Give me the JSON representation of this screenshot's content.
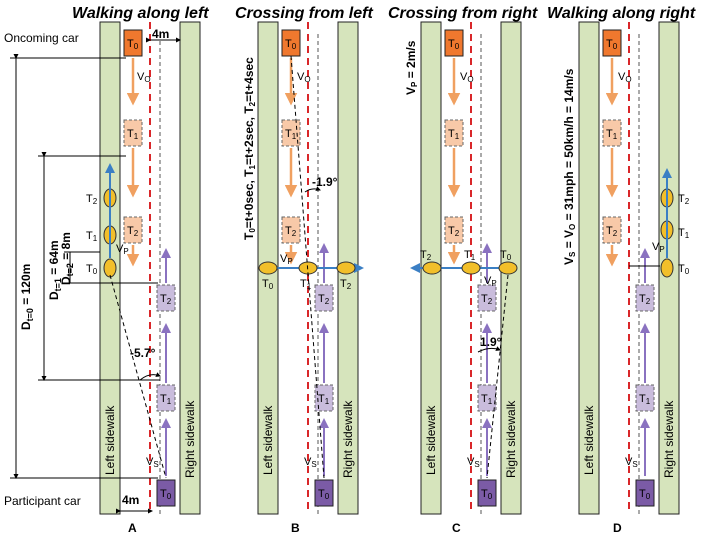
{
  "colors": {
    "sidewalk": "#d6e4bc",
    "sidewalk_border": "#222222",
    "oncoming_car": "#f0782e",
    "oncoming_ghost": "#f8c9a8",
    "participant_car": "#7b5ba6",
    "participant_ghost": "#c9bcdc",
    "pedestrian": "#f2bf2a",
    "walk_arrow": "#3b7fc4",
    "lane_line": "#d9272a",
    "oncoming_arrow": "#f0a060",
    "participant_arrow": "#8a72c0"
  },
  "panels": [
    {
      "title": "Walking along left",
      "letter": "A"
    },
    {
      "title": "Crossing from left",
      "letter": "B"
    },
    {
      "title": "Crossing from right",
      "letter": "C"
    },
    {
      "title": "Walking along right",
      "letter": "D"
    }
  ],
  "labels": {
    "oncoming_car": "Oncoming car",
    "participant_car": "Participant car",
    "left_sidewalk": "Left sidewalk",
    "right_sidewalk": "Right sidewalk",
    "lane_width_top": "4m",
    "lane_width_bottom": "4m",
    "d_t0": "D",
    "d_t0_sub": "t=0",
    "d_t0_val": " = 120m",
    "d_t1": "D",
    "d_t1_sub": "t=1",
    "d_t1_val": " = 64m",
    "d_t2": "D",
    "d_t2_sub": "t=2",
    "d_t2_val": " = 8m",
    "angle_a": "5.7°",
    "angle_b": "1.9°",
    "angle_c": "1.9°",
    "vo": "V",
    "vo_sub": "O",
    "vs": "V",
    "vs_sub": "S",
    "vp": "V",
    "vp_sub": "P",
    "t0": "T",
    "t0_sub": "0",
    "t1": "T",
    "t1_sub": "1",
    "t2": "T",
    "t2_sub": "2",
    "timing": "T₀=t+0sec, T₁=t+2sec, T₂=t+4sec",
    "ped_speed": "V_P = 2m/s",
    "ped_speed_main": "V",
    "ped_speed_sub": "P",
    "ped_speed_val": " = 2m/s",
    "speed_main": "V",
    "speed_sub": "S",
    "speed_eq": " = V",
    "speed_sub2": "O",
    "speed_val": " = 31mph = 50km/h = 14m/s"
  }
}
